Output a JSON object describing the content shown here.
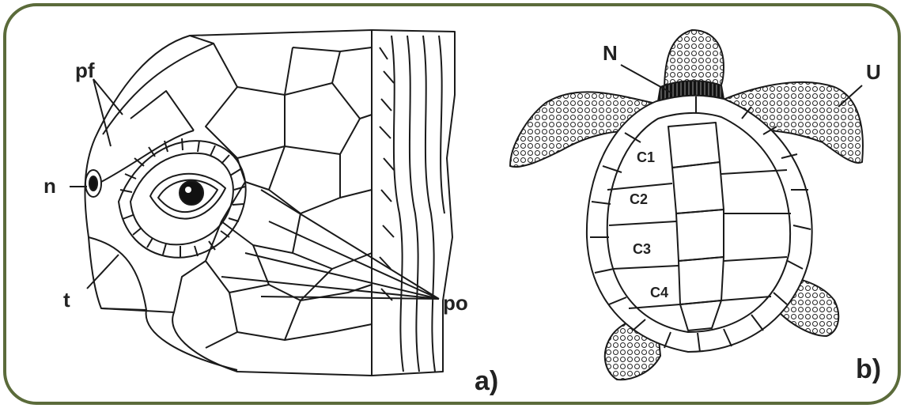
{
  "panel_a": {
    "label": "a)",
    "callouts": {
      "prefrontal": "pf",
      "nostril": "n",
      "tomium": "t",
      "postocular": "po"
    }
  },
  "panel_b": {
    "label": "b)",
    "callouts": {
      "nuchal": "N",
      "ungual": "U"
    },
    "scutes": [
      "C1",
      "C2",
      "C3",
      "C4"
    ]
  },
  "colors": {
    "border": "#5b6b3a",
    "line": "#1a1a1a",
    "background": "#ffffff"
  }
}
